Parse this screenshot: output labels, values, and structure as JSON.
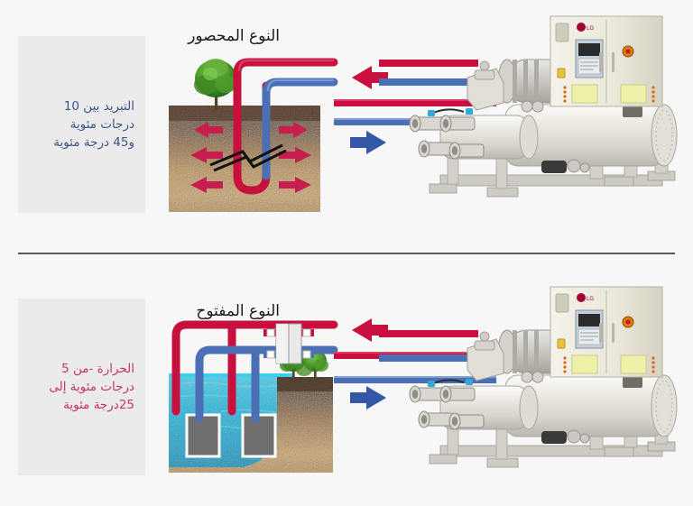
{
  "page": {
    "background_color": "#f7f7f7",
    "divider_color": "#5a5a5a"
  },
  "colors": {
    "hot_pipe": "#c8103f",
    "cold_pipe": "#4a6fb5",
    "info_box_bg": "#ebebeb",
    "text_blue": "#3b5488",
    "text_pink": "#c4365c",
    "heading": "#1a1a1a",
    "soil_top": "#6b4a2f",
    "soil_bottom": "#d9a45b",
    "water": "#18b4df",
    "lg_red": "#a50034",
    "chiller_body": "#e4e3dd"
  },
  "sections": [
    {
      "id": "closed-loop",
      "heading": "النوع المحصور",
      "info_text": "التبريد بين 10\nدرجات مئوية\nو45 درجة مئوية",
      "info_text_color": "#3b5488",
      "temperature_range": {
        "min": 10,
        "max": 45,
        "unit": "درجة مئوية"
      },
      "illustration": "ground-loop-borehole",
      "hot_arrow_direction": "left",
      "cold_arrow_direction": "right",
      "equipment": "lg-water-cooled-centrifugal-chiller"
    },
    {
      "id": "open-loop",
      "heading": "النوع المفتوح",
      "info_text": "الحرارة -من 5\nدرجات مئوية إلى\n25درجة مئوية",
      "info_text_color": "#c4365c",
      "temperature_range": {
        "min": 5,
        "max": 25,
        "unit": "درجة مئوية"
      },
      "illustration": "open-water-loop-lake",
      "hot_arrow_direction": "left",
      "cold_arrow_direction": "right",
      "equipment": "lg-water-cooled-centrifugal-chiller"
    }
  ],
  "icons": {
    "hot_flow_arrow": "arrow-left-red",
    "cold_flow_arrow": "arrow-right-blue",
    "heat_transfer_arrow": "arrow-crimson",
    "lightning": "lightning-bolt",
    "tree": "tree-icon",
    "heat_exchanger": "heat-exchanger-box",
    "submerged_unit": "submerged-heat-exchanger-plate"
  },
  "equipment_labels": {
    "brand": "LG"
  }
}
